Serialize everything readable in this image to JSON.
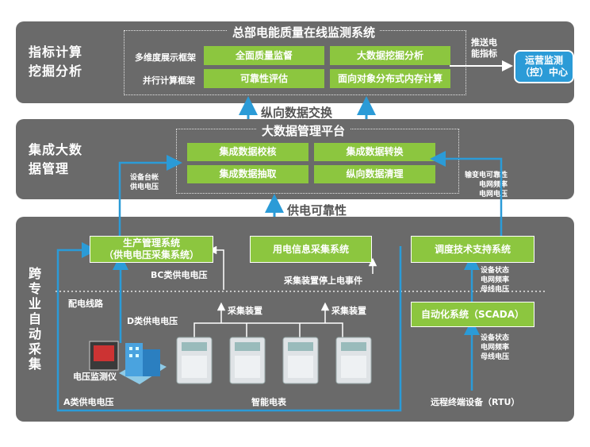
{
  "top": {
    "side_title_1": "指标计算",
    "side_title_2": "挖掘分析",
    "header": "总部电能质量在线监测系统",
    "row1_label": "多维度展示框架",
    "row2_label": "并行计算框架",
    "box_a": "全面质量监督",
    "box_b": "大数据挖掘分析",
    "box_c": "可靠性评估",
    "box_d": "面向对象分布式内存计算",
    "push_1": "推送电",
    "push_2": "能指标",
    "ops_1": "运营监测",
    "ops_2": "（控）中心"
  },
  "link_top": "纵向数据交换",
  "mid": {
    "side_title_1": "集成大数",
    "side_title_2": "据管理",
    "header": "大数据管理平台",
    "box_a": "集成数据校核",
    "box_b": "集成数据转换",
    "box_c": "集成数据抽取",
    "box_d": "纵向数据清理",
    "left_note_1": "设备台帐",
    "left_note_2": "供电电压",
    "right_note_1": "输变电可靠性",
    "right_note_2": "电网频率",
    "right_note_3": "电网电压"
  },
  "link_mid": "供电可靠性",
  "bottom": {
    "side_title": [
      "跨",
      "专",
      "业",
      "自",
      "动",
      "采",
      "集"
    ],
    "prod_1": "生产管理系统",
    "prod_2": "（供电电压采集系统）",
    "user_sys": "用电信息采集系统",
    "dispatch": "调度技术支持系统",
    "scada": "自动化系统（SCADA）",
    "bc_voltage": "BC类供电电压",
    "outage": "采集装置停上电事件",
    "dist_line": "配电线路",
    "d_voltage": "D类供电电压",
    "collect_1": "采集装置",
    "collect_2": "采集装置",
    "monitor": "电压监测仪",
    "a_voltage": "A类供电电压",
    "meter": "智能电表",
    "rtu": "远程终端设备（RTU）",
    "s1_1": "设备状态",
    "s1_2": "电网频率",
    "s1_3": "母线电压",
    "s2_1": "设备状态",
    "s2_2": "电网频率",
    "s2_3": "母线电压"
  },
  "colors": {
    "panel": "#6a6a6a",
    "green": "#8cc63f",
    "blue_line": "#2b9bd7",
    "blue_box": "#2b9bd7"
  }
}
